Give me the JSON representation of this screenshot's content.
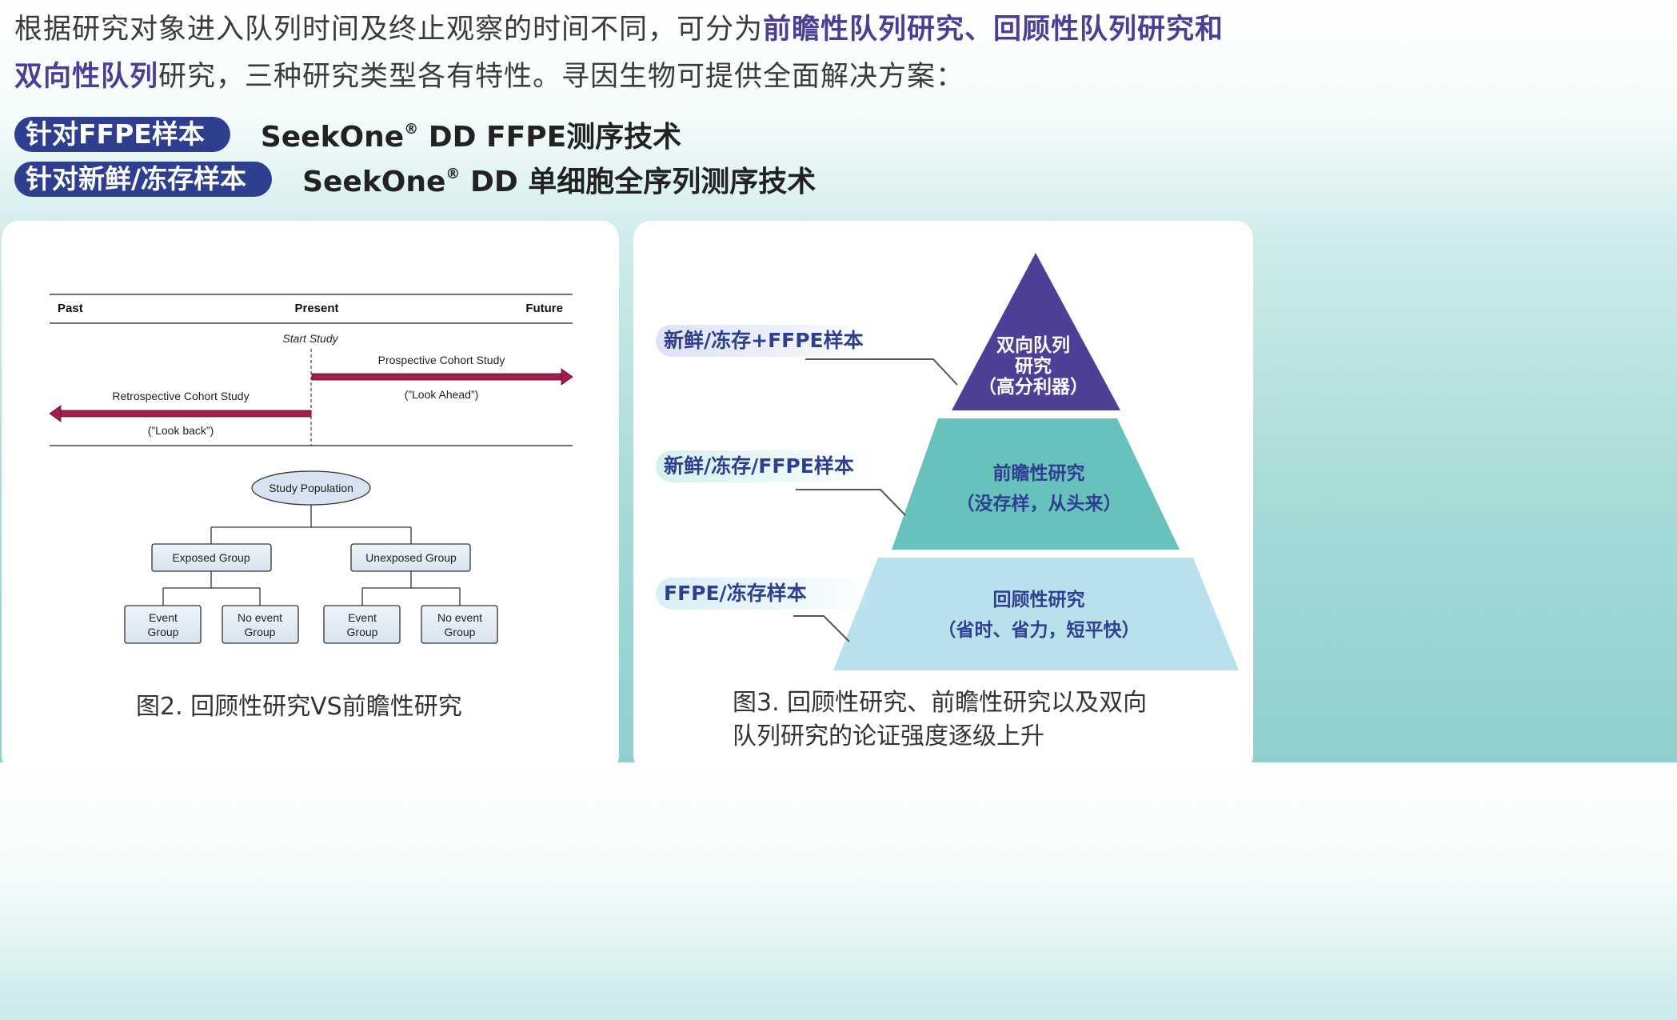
{
  "intro": {
    "part1": "根据研究对象进入队列时间及终止观察的时间不同，可分为",
    "highlight1": "前瞻性队列研究、回顾性队列研究和双向性队列",
    "part2": "研究，三种研究类型各有特性。寻因生物可提供全面解决方案："
  },
  "solutions": [
    {
      "tag": "针对FFPE样本",
      "brand": "SeekOne",
      "reg": "®",
      "tech": " DD FFPE测序技术"
    },
    {
      "tag": "针对新鲜/冻存样本",
      "brand": "SeekOne",
      "reg": "®",
      "tech": " DD 单细胞全序列测序技术"
    }
  ],
  "fig2": {
    "timeline": {
      "past": "Past",
      "present": "Present",
      "future": "Future",
      "start": "Start Study"
    },
    "prospective": {
      "title": "Prospective Cohort Study",
      "sub": "(”Look Ahead”)"
    },
    "retrospective": {
      "title": "Retrospective Cohort Study",
      "sub": "(”Look back”)"
    },
    "tree": {
      "root": "Study Population",
      "exposed": "Exposed Group",
      "unexposed": "Unexposed Group",
      "event1": "Event",
      "event2": "Group",
      "noevent1": "No event",
      "noevent2": "Group"
    },
    "caption": "图2. 回顾性研究VS前瞻性研究",
    "arrow_color": "#a01d4e"
  },
  "fig3": {
    "tiers": [
      {
        "label": "新鲜/冻存+FFPE样本",
        "line1": "双向队列",
        "line2": "研究",
        "line3": "（高分利器）",
        "color": "#4b3f96"
      },
      {
        "label": "新鲜/冻存/FFPE样本",
        "line1": "前瞻性研究",
        "line2": "（没存样，从头来）",
        "color": "#66c2bb"
      },
      {
        "label": "FFPE/冻存样本",
        "line1": "回顾性研究",
        "line2": "（省时、省力，短平快）",
        "color": "#b9e1ec"
      }
    ],
    "caption_line1": "图3. 回顾性研究、前瞻性研究以及双向",
    "caption_line2": "队列研究的论证强度逐级上升"
  }
}
